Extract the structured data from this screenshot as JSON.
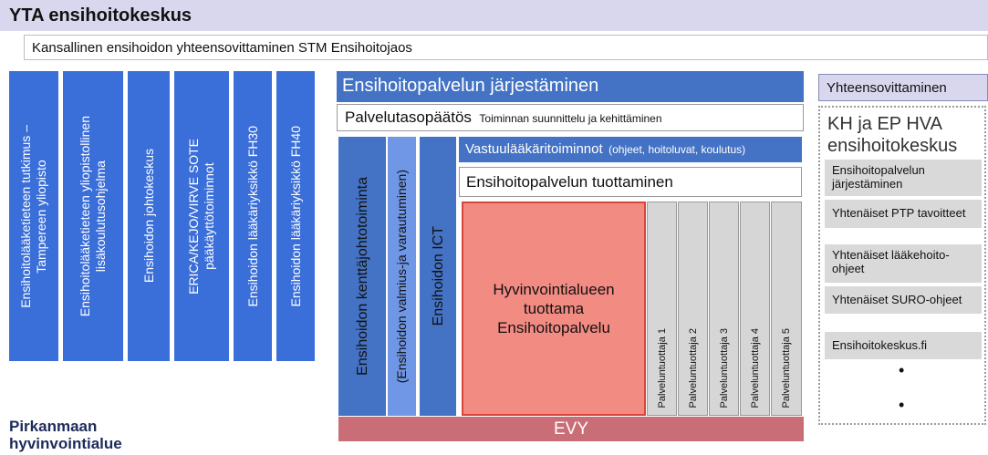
{
  "header": {
    "title": "YTA ensihoitokeskus",
    "subtitle": "Kansallinen ensihoidon yhteensovittaminen STM Ensihoitojaos"
  },
  "left_columns": [
    {
      "text": "Ensihoitolääketieteen tutkimus –\nTampereen yliopisto"
    },
    {
      "text": "Ensihoitolääketieteen yliopistollinen\nlisäkoulutusohjelma"
    },
    {
      "text": "Ensihoidon johtokeskus"
    },
    {
      "text": "ERICA/KEJO/VIRVE SOTE\npääkäyttötoiminnot"
    },
    {
      "text": "Ensihoidon lääkäriyksikkö FH30"
    },
    {
      "text": "Ensihoidon lääkäriyksikkö FH40"
    }
  ],
  "middle": {
    "jarjestaminen": "Ensihoitopalvelun järjestäminen",
    "palvelutaso_main": "Palvelutasopäätös",
    "palvelutaso_sub": "Toiminnan suunnittelu ja kehittäminen",
    "kenttajohto": "Ensihoidon kenttäjohtotoiminta",
    "valmius": "(Ensihoidon valmius-ja varautuminen)",
    "ict": "Ensihoidon ICT",
    "vastuulaakari_main": "Vastuulääkäritoiminnot",
    "vastuulaakari_sub": "(ohjeet, hoitoluvat, koulutus)",
    "tuottaminen": "Ensihoitopalvelun tuottaminen",
    "hva_lines": [
      "Hyvinvointialueen",
      "tuottama",
      "Ensihoitopalvelu"
    ],
    "providers": [
      "Palveluntuottaja 1",
      "Palveluntuottaja 2",
      "Palveluntuottaja 3",
      "Palveluntuottaja 4",
      "Palveluntuottaja 5"
    ],
    "evy": "EVY"
  },
  "right": {
    "yhteensovittaminen": "Yhteensovittaminen",
    "panel_title_1": "KH ja EP HVA",
    "panel_title_2": "ensihoitokeskus",
    "items": [
      "Ensihoitopalvelun järjestäminen",
      "Yhtenäiset PTP tavoitteet",
      "Yhtenäiset lääkehoito-ohjeet",
      "Yhtenäiset SURO-ohjeet",
      "Ensihoitokeskus.fi"
    ],
    "bullets": [
      "•",
      "•"
    ]
  },
  "logo": {
    "line1": "Pirkanmaan",
    "line2": "hyvinvointialue"
  },
  "colors": {
    "header_band": "#d9d7ee",
    "blue": "#3a6ed8",
    "bar_blue": "#4472c4",
    "light_blue_col": "#6f97e6",
    "hva_red": "#f28b82",
    "evy": "#c96d77",
    "provider_gray": "#d6d6d6"
  }
}
